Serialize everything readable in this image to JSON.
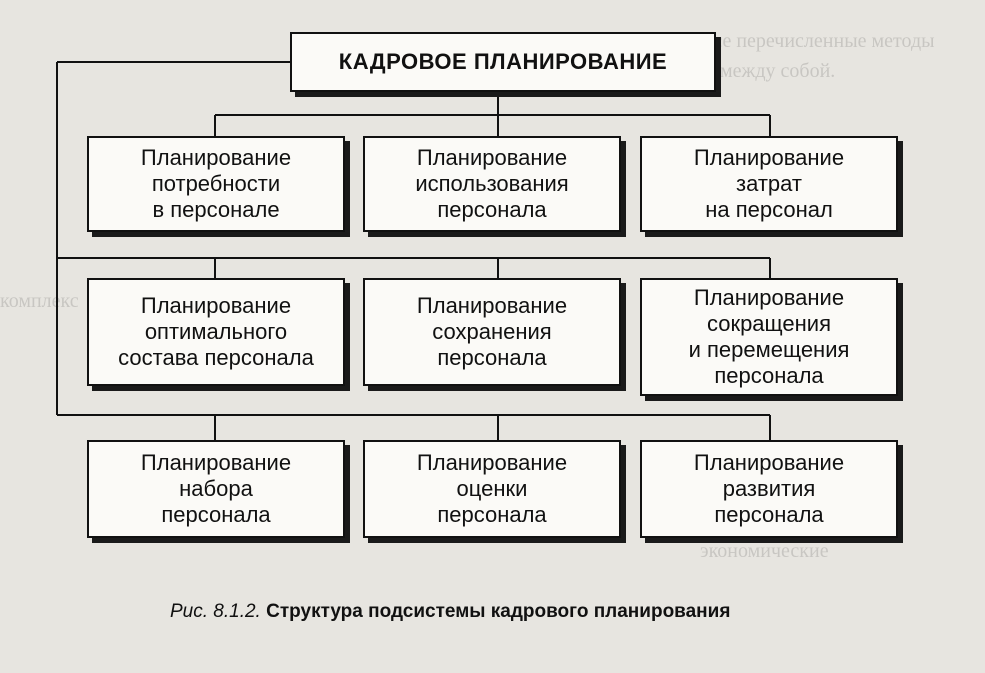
{
  "diagram": {
    "root": "КАДРОВОЕ ПЛАНИРОВАНИЕ",
    "nodes": [
      "Планирование\nпотребности\nв персонале",
      "Планирование\nиспользования\nперсонала",
      "Планирование\nзатрат\nна персонал",
      "Планирование\nоптимального\nсостава персонала",
      "Планирование\nсохранения\nперсонала",
      "Планирование\nсокращения\nи перемещения\nперсонала",
      "Планирование\nнабора\nперсонала",
      "Планирование\nоценки\nперсонала",
      "Планирование\nразвития\nперсонала"
    ]
  },
  "caption": {
    "figure": "Рис. 8.1.2.",
    "text": "Структура подсистемы кадрового планирования"
  }
}
